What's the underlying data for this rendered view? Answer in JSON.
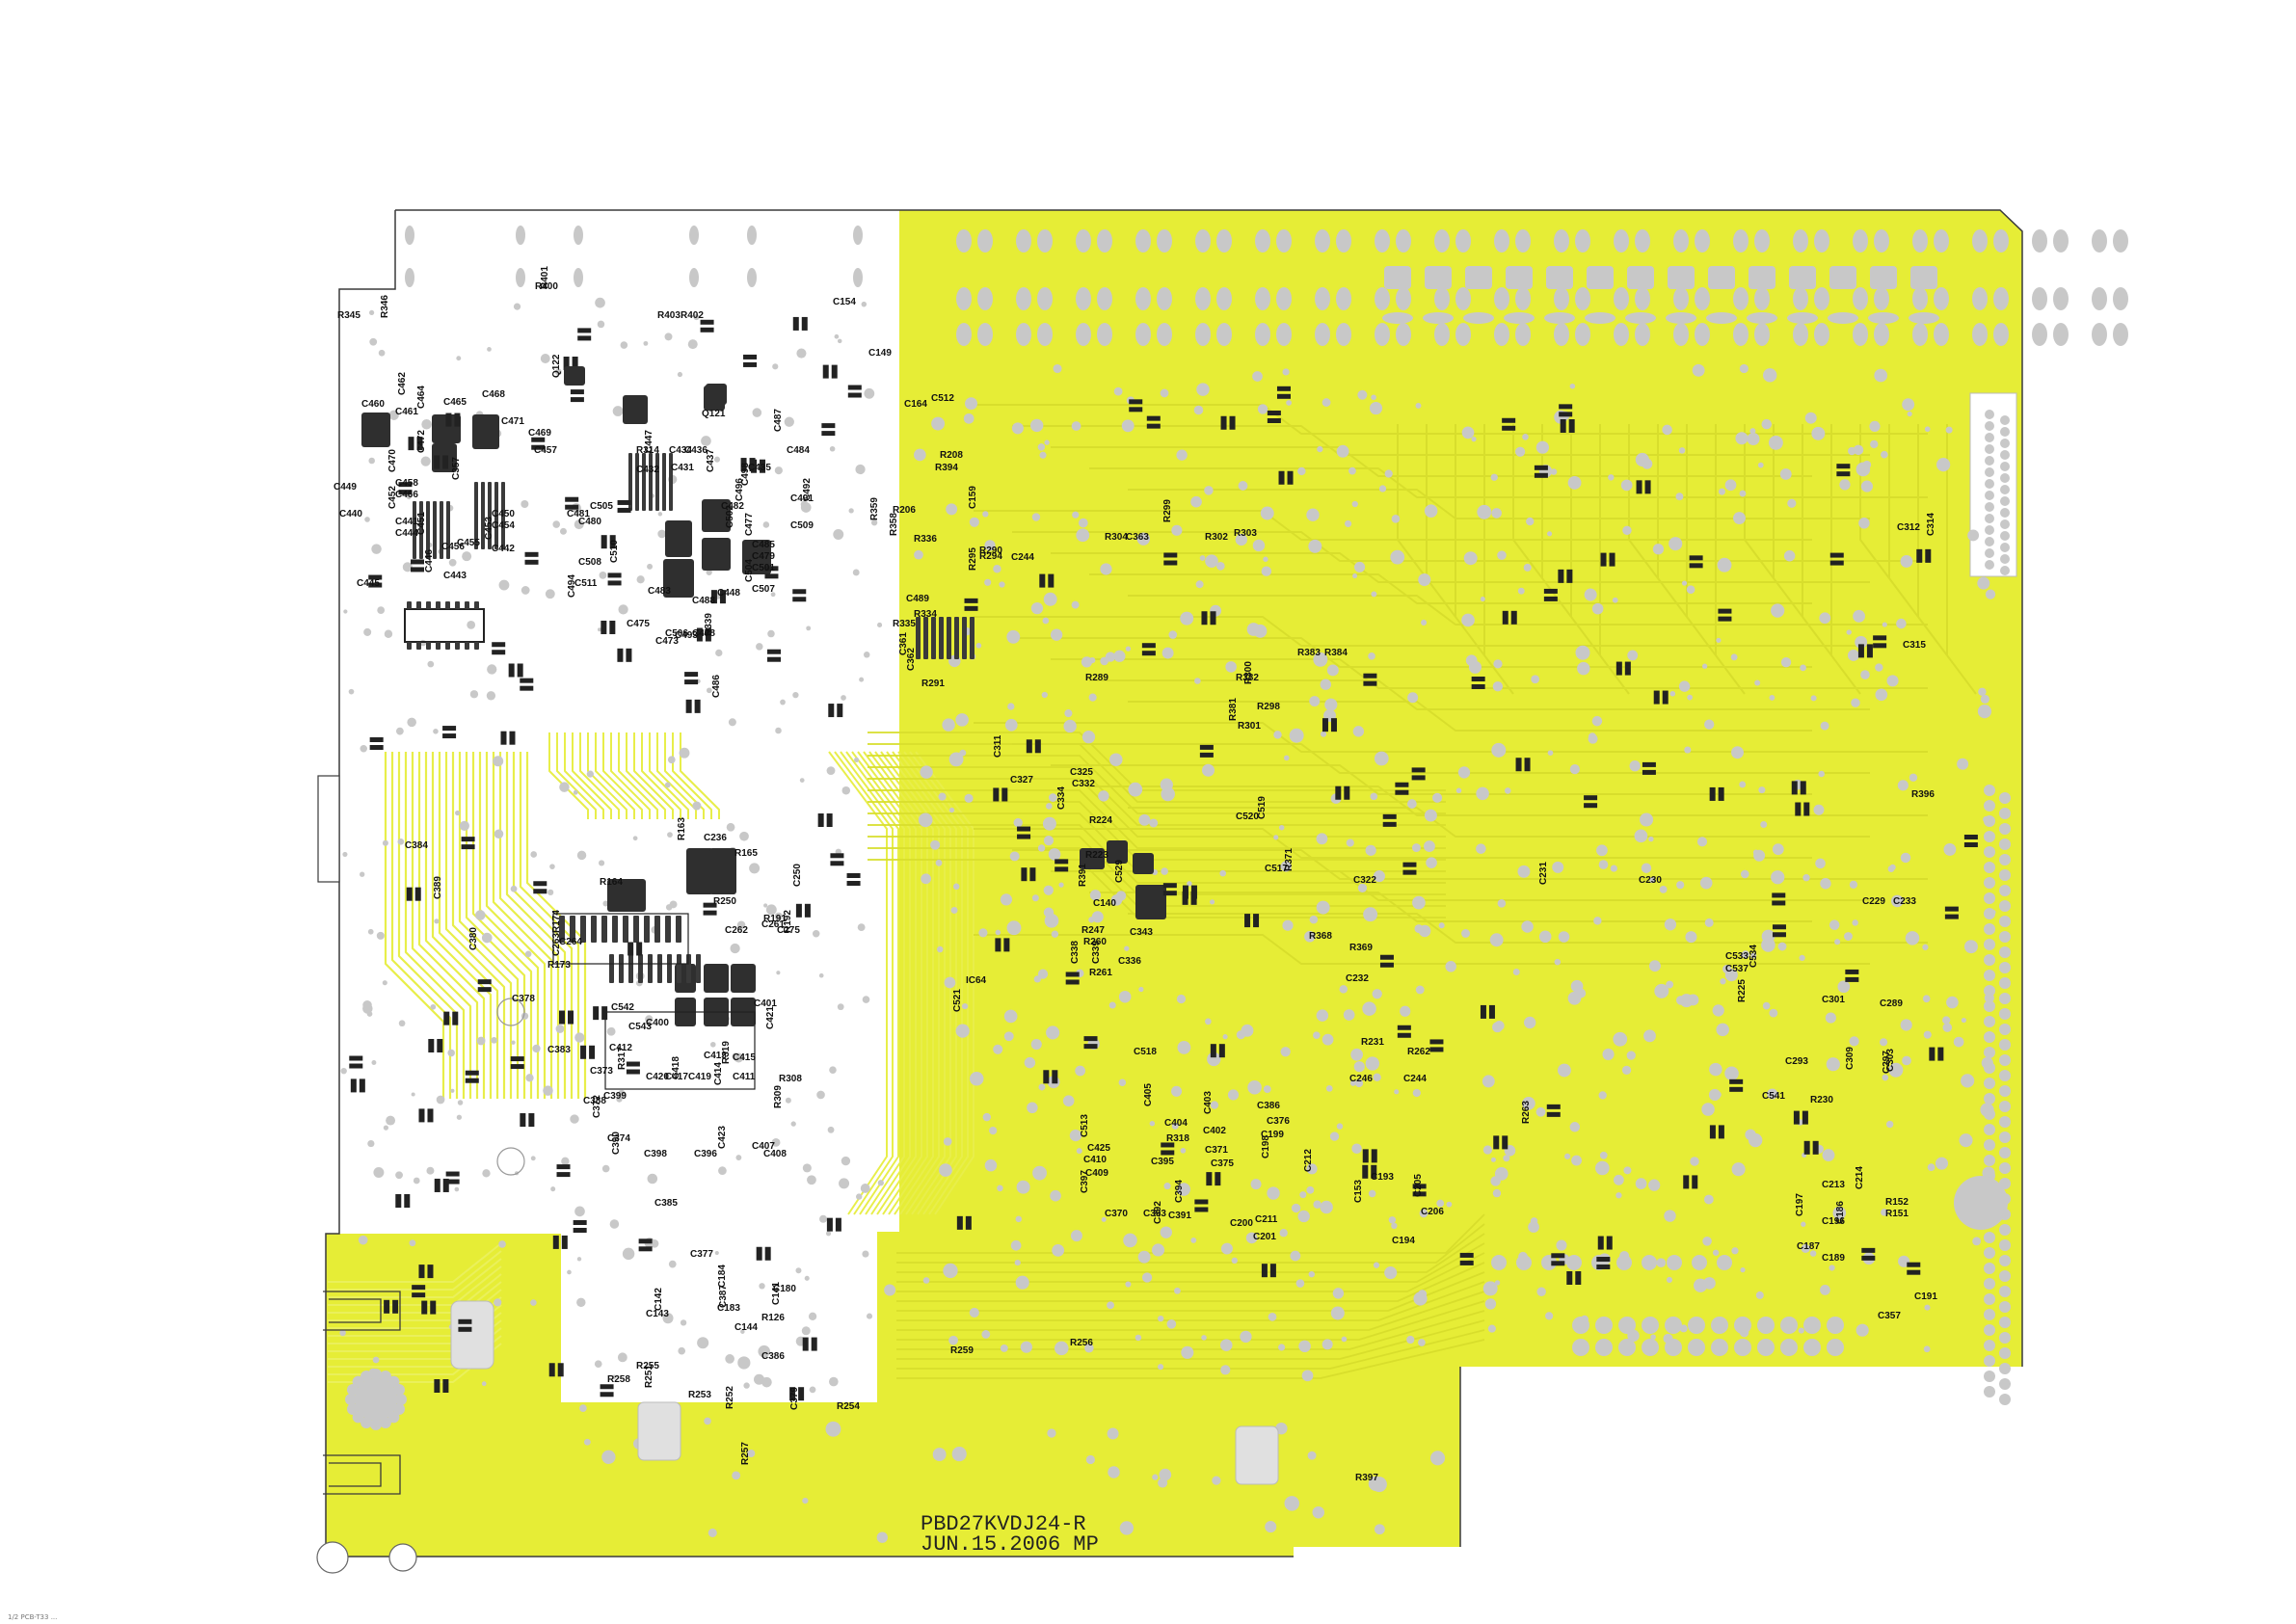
{
  "colors": {
    "board": "#e6ed36",
    "trace": "#eaf05b",
    "pad": "#c8c8c8",
    "outline": "#3a3a3a",
    "white": "#ffffff"
  },
  "board_marking": {
    "line1": "PBD27KVDJ24-R",
    "line2": "JUN.15.2006 MP"
  },
  "corner_note": "1/2  PCB-T33  ...",
  "component_labels": [
    "R345",
    "R346",
    "R400",
    "R401",
    "R403",
    "R402",
    "Q122",
    "Q121",
    "C460",
    "C461",
    "C462",
    "C464",
    "C465",
    "C468",
    "C471",
    "C469",
    "C470",
    "C472",
    "C457",
    "C458",
    "C466",
    "C452",
    "C441",
    "C444",
    "C451",
    "C456",
    "C446",
    "C443",
    "C455",
    "C450",
    "C454",
    "C453",
    "C442",
    "C445",
    "C449",
    "C440",
    "C357",
    "R314",
    "C447",
    "C434",
    "C436",
    "C437",
    "C432",
    "C431",
    "C435",
    "C498",
    "C496",
    "C505",
    "C481",
    "C480",
    "C482",
    "C502",
    "C477",
    "C485",
    "C479",
    "C501",
    "C504",
    "C507",
    "C508",
    "C510",
    "C511",
    "C494",
    "C483",
    "C475",
    "C473",
    "C493",
    "R339",
    "C448",
    "C488",
    "C506",
    "C478",
    "C486",
    "C484",
    "C487",
    "C509",
    "C491",
    "C492",
    "C512",
    "R394",
    "R206",
    "R359",
    "R358",
    "R336",
    "C489",
    "R334",
    "R335",
    "C361",
    "C362",
    "R291",
    "R290",
    "R294",
    "R295",
    "R289",
    "R301",
    "R300",
    "R298",
    "R299",
    "R302",
    "R303",
    "R304",
    "C363",
    "R381",
    "R382",
    "R383",
    "R384",
    "C312",
    "C314",
    "C315",
    "C311",
    "C325",
    "C332",
    "C334",
    "C327",
    "R224",
    "R223",
    "R391",
    "C529",
    "C140",
    "R247",
    "R260",
    "R261",
    "C338",
    "C339",
    "C336",
    "C343",
    "IC64",
    "C521",
    "C518",
    "C520",
    "C519",
    "C517",
    "R371",
    "C322",
    "R368",
    "R369",
    "C232",
    "C231",
    "C230",
    "C229",
    "C233",
    "C533",
    "C534",
    "C537",
    "R225",
    "C301",
    "C289",
    "C303",
    "C293",
    "C541",
    "R230",
    "C309",
    "C297",
    "R231",
    "C246",
    "C244",
    "R262",
    "R263",
    "R163",
    "C236",
    "R165",
    "R164",
    "C250",
    "R250",
    "C261",
    "R174",
    "C264",
    "C263",
    "R173",
    "C262",
    "R191",
    "C275",
    "R192",
    "C542",
    "C543",
    "C400",
    "C401",
    "C421",
    "C412",
    "R317",
    "C420",
    "C417",
    "C418",
    "C419",
    "C413",
    "C415",
    "C414",
    "R319",
    "C411",
    "C373",
    "C399",
    "R308",
    "R309",
    "C372",
    "C374",
    "C398",
    "C396",
    "C423",
    "C407",
    "C408",
    "C405",
    "C404",
    "C513",
    "C425",
    "C410",
    "C409",
    "R318",
    "C403",
    "C402",
    "C371",
    "C375",
    "C395",
    "C397",
    "C370",
    "C394",
    "C391",
    "C393",
    "C392",
    "C386",
    "C376",
    "C199",
    "C198",
    "C212",
    "C211",
    "C200",
    "C201",
    "C193",
    "C153",
    "C205",
    "C206",
    "C194",
    "C213",
    "C214",
    "R152",
    "R151",
    "C197",
    "C196",
    "C186",
    "C187",
    "C189",
    "C191",
    "C357",
    "C184",
    "C180",
    "C183",
    "C144",
    "R126",
    "C141",
    "C143",
    "C142",
    "R258",
    "R255",
    "R251",
    "R253",
    "R259",
    "R256",
    "R252",
    "R257",
    "R254",
    "R397",
    "R396",
    "C384",
    "C389",
    "C380",
    "C378",
    "C383",
    "C388",
    "C390",
    "C385",
    "C377",
    "C387",
    "C386",
    "C379",
    "C154",
    "C149",
    "C164",
    "R208",
    "C159",
    "C244"
  ]
}
